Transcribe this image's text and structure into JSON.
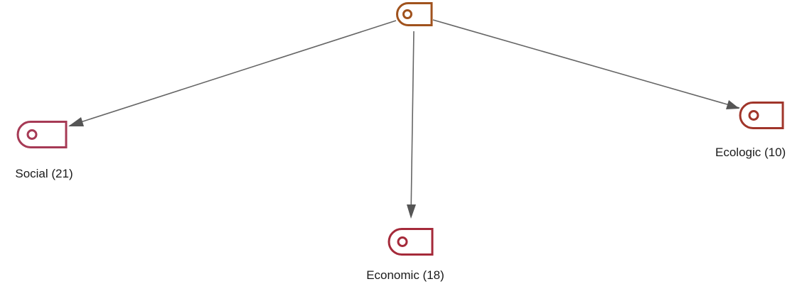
{
  "diagram": {
    "edge_color": "#666666",
    "root": {
      "id": "root",
      "label": "",
      "icon": "tag-icon",
      "color": "#a0521d"
    },
    "children": [
      {
        "id": "social",
        "label": "Social (21)",
        "icon": "tag-icon",
        "color": "#a63a55"
      },
      {
        "id": "economic",
        "label": "Economic (18)",
        "icon": "tag-icon",
        "color": "#a52a3a"
      },
      {
        "id": "ecologic",
        "label": "Ecologic (10)",
        "icon": "tag-icon",
        "color": "#a0352a"
      }
    ]
  }
}
